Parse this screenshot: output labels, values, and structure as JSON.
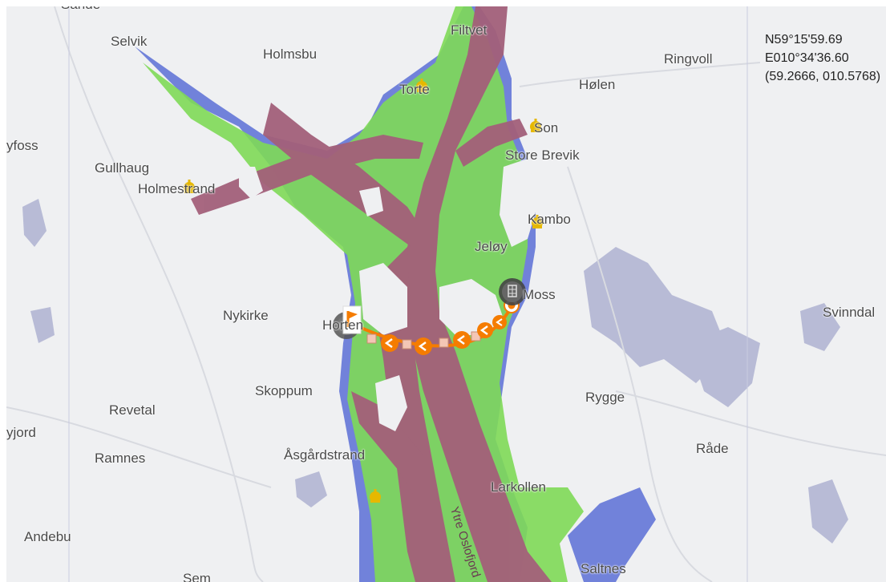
{
  "coordinates": {
    "lat": "N59°15'59.69",
    "lon": "E010°34'36.60",
    "decimal": "(59.2666, 010.5768)"
  },
  "places": [
    {
      "id": "sande",
      "label": "Sande"
    },
    {
      "id": "filtvet",
      "label": "Filtvet"
    },
    {
      "id": "selvik",
      "label": "Selvik"
    },
    {
      "id": "holmsbu",
      "label": "Holmsbu"
    },
    {
      "id": "ringvoll",
      "label": "Ringvoll"
    },
    {
      "id": "torte",
      "label": "Torte"
    },
    {
      "id": "holen",
      "label": "Hølen"
    },
    {
      "id": "son",
      "label": "Son"
    },
    {
      "id": "store-brevik",
      "label": "Store Brevik"
    },
    {
      "id": "fyfoss",
      "label": "yfoss"
    },
    {
      "id": "gullhaug",
      "label": "Gullhaug"
    },
    {
      "id": "holmestrand",
      "label": "Holmestrand"
    },
    {
      "id": "kambo",
      "label": "Kambo"
    },
    {
      "id": "jeloy",
      "label": "Jeløy"
    },
    {
      "id": "moss",
      "label": "Moss"
    },
    {
      "id": "nykirke",
      "label": "Nykirke"
    },
    {
      "id": "horten",
      "label": "Horten"
    },
    {
      "id": "svinndal",
      "label": "Svinndal"
    },
    {
      "id": "skoppum",
      "label": "Skoppum"
    },
    {
      "id": "revetal",
      "label": "Revetal"
    },
    {
      "id": "rygge",
      "label": "Rygge"
    },
    {
      "id": "vjord",
      "label": "yjord"
    },
    {
      "id": "ramnes",
      "label": "Ramnes"
    },
    {
      "id": "asgardstrand",
      "label": "Åsgårdstrand"
    },
    {
      "id": "rade",
      "label": "Råde"
    },
    {
      "id": "larkollen",
      "label": "Larkollen"
    },
    {
      "id": "andebu",
      "label": "Andebu"
    },
    {
      "id": "sem",
      "label": "Sem"
    },
    {
      "id": "saltnes",
      "label": "Saltnes"
    },
    {
      "id": "ytre-oslofjord",
      "label": "Ytre Oslofjord"
    }
  ],
  "colors": {
    "land": "#eff0f2",
    "water": "#b8bbd6",
    "density_high": "#a3607a",
    "density_mid": "#7ed957",
    "density_low": "#5b6fd6",
    "route": "#f57c00",
    "waypoint": "#f3c6b5"
  },
  "icons": {
    "anchor": "anchor-icon",
    "port": "port-icon",
    "flag": "flag-icon"
  }
}
